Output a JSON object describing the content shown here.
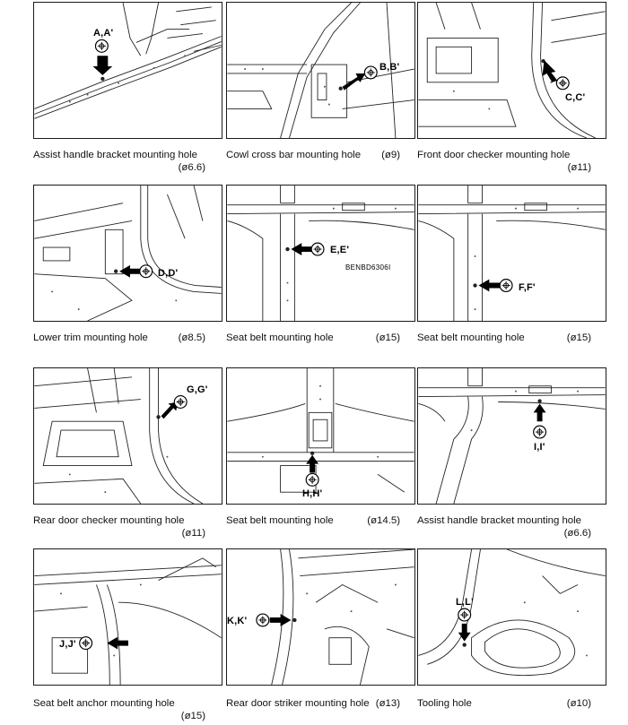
{
  "panels": [
    {
      "caption": "Assist handle bracket mounting hole",
      "diameter": "(ø6.6)",
      "callout": "A,A'"
    },
    {
      "caption": "Cowl cross bar mounting hole",
      "diameter": "(ø9)",
      "callout": "B,B'"
    },
    {
      "caption": "Front door checker mounting hole",
      "diameter": "(ø11)",
      "callout": "C,C'"
    },
    {
      "caption": "Lower trim mounting hole",
      "diameter": "(ø8.5)",
      "callout": "D,D'"
    },
    {
      "caption": "Seat belt mounting hole",
      "diameter": "(ø15)",
      "callout": "E,E'",
      "code": "BENBD6306I"
    },
    {
      "caption": "Seat belt mounting hole",
      "diameter": "(ø15)",
      "callout": "F,F'"
    },
    {
      "caption": "Rear door checker mounting hole",
      "diameter": "(ø11)",
      "callout": "G,G'"
    },
    {
      "caption": "Seat belt mounting hole",
      "diameter": "(ø14.5)",
      "callout": "H,H'"
    },
    {
      "caption": "Assist handle bracket mounting hole",
      "diameter": "(ø6.6)",
      "callout": "I,I'"
    },
    {
      "caption": "Seat belt anchor mounting hole",
      "diameter": "(ø15)",
      "callout": "J,J'"
    },
    {
      "caption": "Rear door striker mounting hole",
      "diameter": "(ø13)",
      "callout": "K,K'"
    },
    {
      "caption": "Tooling hole",
      "diameter": "(ø10)",
      "callout": "L,L'"
    }
  ]
}
